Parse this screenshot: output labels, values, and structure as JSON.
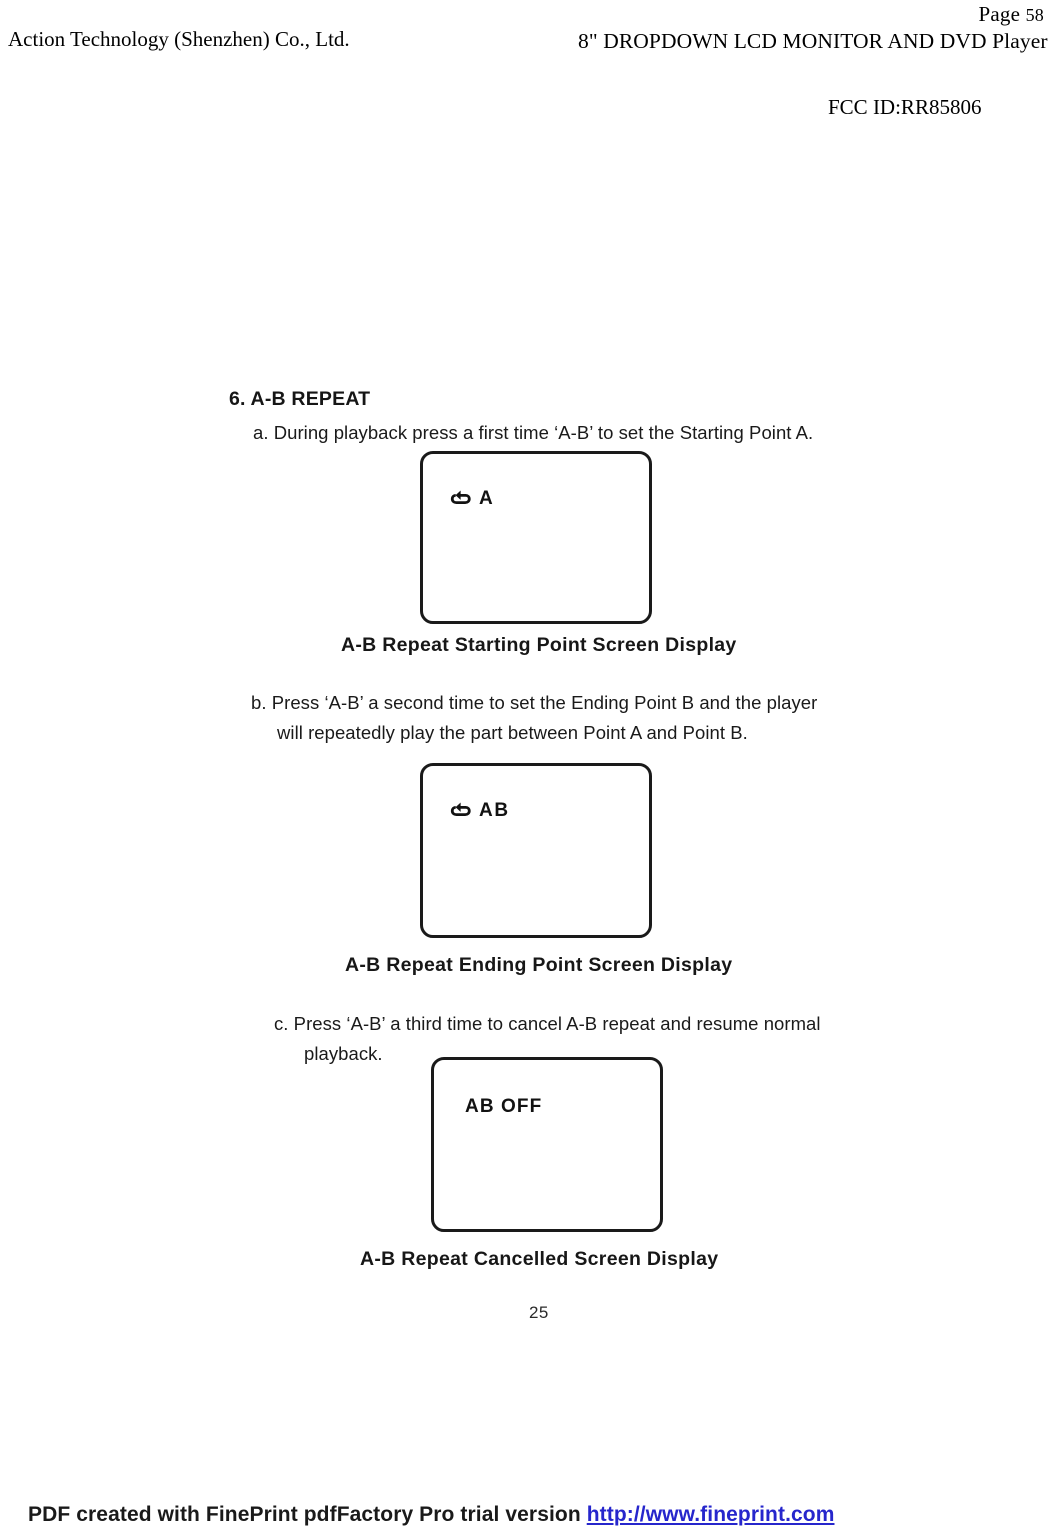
{
  "header": {
    "page_label": "Page",
    "page_value": "58",
    "company": "Action Technology (Shenzhen) Co., Ltd.",
    "product_title": "8\" DROPDOWN LCD MONITOR AND DVD Player",
    "fcc_id": "FCC ID:RR85806"
  },
  "content": {
    "section_heading": "6. A-B REPEAT",
    "steps": [
      {
        "id": "a",
        "line1": "a. During playback press a first time ‘A-B’ to set the Starting Point  A.",
        "line2": ""
      },
      {
        "id": "b",
        "line1": "b. Press ‘A-B’ a second time to set the Ending Point B and the player",
        "line2": "will repeatedly play the part between Point A and Point B."
      },
      {
        "id": "c",
        "line1": "c.  Press ‘A-B’ a third time to cancel A-B repeat and resume normal",
        "line2": "playback."
      }
    ],
    "screens": [
      {
        "osd_icon": "repeat-loop-icon",
        "osd_text": "A",
        "caption": "A-B Repeat Starting Point Screen Display"
      },
      {
        "osd_icon": "repeat-loop-icon",
        "osd_text": "AB",
        "caption": "A-B Repeat Ending Point Screen Display"
      },
      {
        "osd_icon": "",
        "osd_text": "AB  OFF",
        "caption": "A-B Repeat Cancelled Screen Display"
      }
    ],
    "folio": "25"
  },
  "footer": {
    "watermark_text": "PDF created with FinePrint pdfFactory Pro trial version ",
    "watermark_link": "http://www.fineprint.com",
    "link_color": "#2626cc"
  }
}
